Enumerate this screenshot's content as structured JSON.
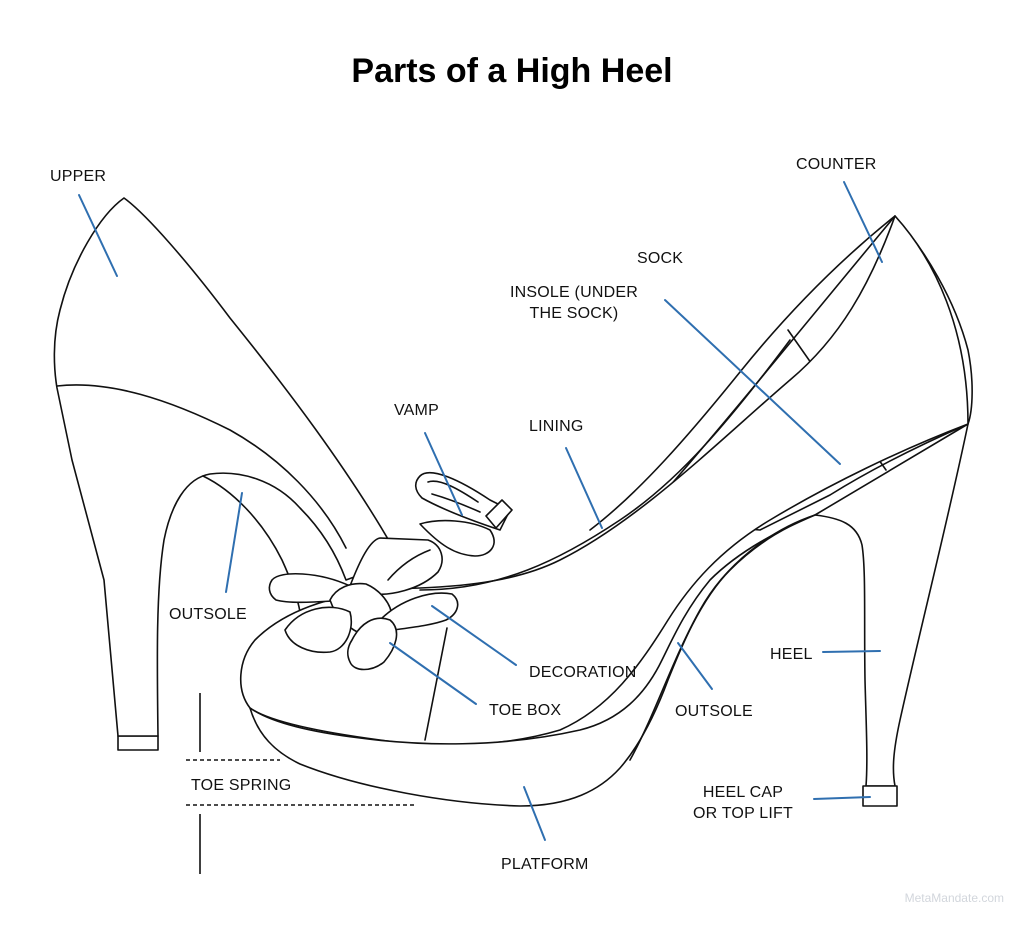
{
  "title": "Parts of a High Heel",
  "labels": {
    "upper": "UPPER",
    "counter": "COUNTER",
    "sock": "SOCK",
    "insole_line1": "INSOLE (UNDER",
    "insole_line2": "THE SOCK)",
    "vamp": "VAMP",
    "lining": "LINING",
    "outsole_left": "OUTSOLE",
    "heel": "HEEL",
    "decoration": "DECORATION",
    "toe_box": "TOE BOX",
    "outsole_right": "OUTSOLE",
    "toe_spring": "TOE SPRING",
    "heel_cap_line1": "HEEL CAP",
    "heel_cap_line2": "OR TOP LIFT",
    "platform": "PLATFORM"
  },
  "watermark": "MetaMandate.com",
  "colors": {
    "leader": "#2f6fb0",
    "outline": "#111111",
    "watermark": "#d2d6dc"
  }
}
